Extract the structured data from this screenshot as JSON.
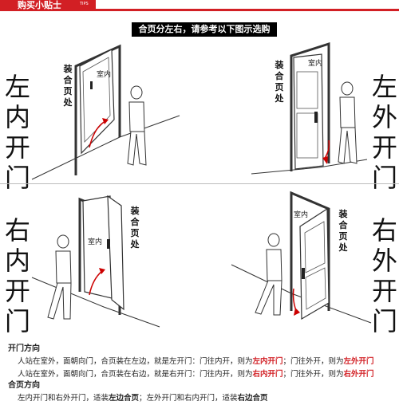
{
  "header": {
    "tab_label": "购买小贴士",
    "tips_label": "TIPS"
  },
  "banner": "合页分左右，请参考以下图示选购",
  "panels": [
    {
      "side_label": [
        "左",
        "内",
        "开",
        "门"
      ],
      "hinge_label": [
        "装",
        "合",
        "页",
        "处"
      ],
      "room_label": "室内"
    },
    {
      "side_label": [
        "左",
        "外",
        "开",
        "门"
      ],
      "hinge_label": [
        "装",
        "合",
        "页",
        "处"
      ],
      "room_label": "室内"
    },
    {
      "side_label": [
        "右",
        "内",
        "开",
        "门"
      ],
      "hinge_label": [
        "装",
        "合",
        "页",
        "处"
      ],
      "room_label": "室内"
    },
    {
      "side_label": [
        "右",
        "外",
        "开",
        "门"
      ],
      "hinge_label": [
        "装",
        "合",
        "页",
        "处"
      ],
      "room_label": "室内"
    }
  ],
  "section1": {
    "title": "开门方向",
    "line1": {
      "a": "人站在室外，面朝向门，合页装在左边，就是左开门：门往内开，则为",
      "b": "左内开门",
      "c": "；门往外开，则为",
      "d": "左外开门"
    },
    "line2": {
      "a": "人站在室外，面朝向门，合页装在右边，就是右开门：门往内开，则为",
      "b": "右内开门",
      "c": "；门往外开，则为",
      "d": "右外开门"
    }
  },
  "section2": {
    "title": "合页方向",
    "line1": {
      "a": "左内开门和右外开门，适装",
      "b": "左边合页",
      "c": "；左外开门和右内开门，适装",
      "d": "右边合页"
    }
  },
  "colors": {
    "accent": "#d21f24"
  }
}
